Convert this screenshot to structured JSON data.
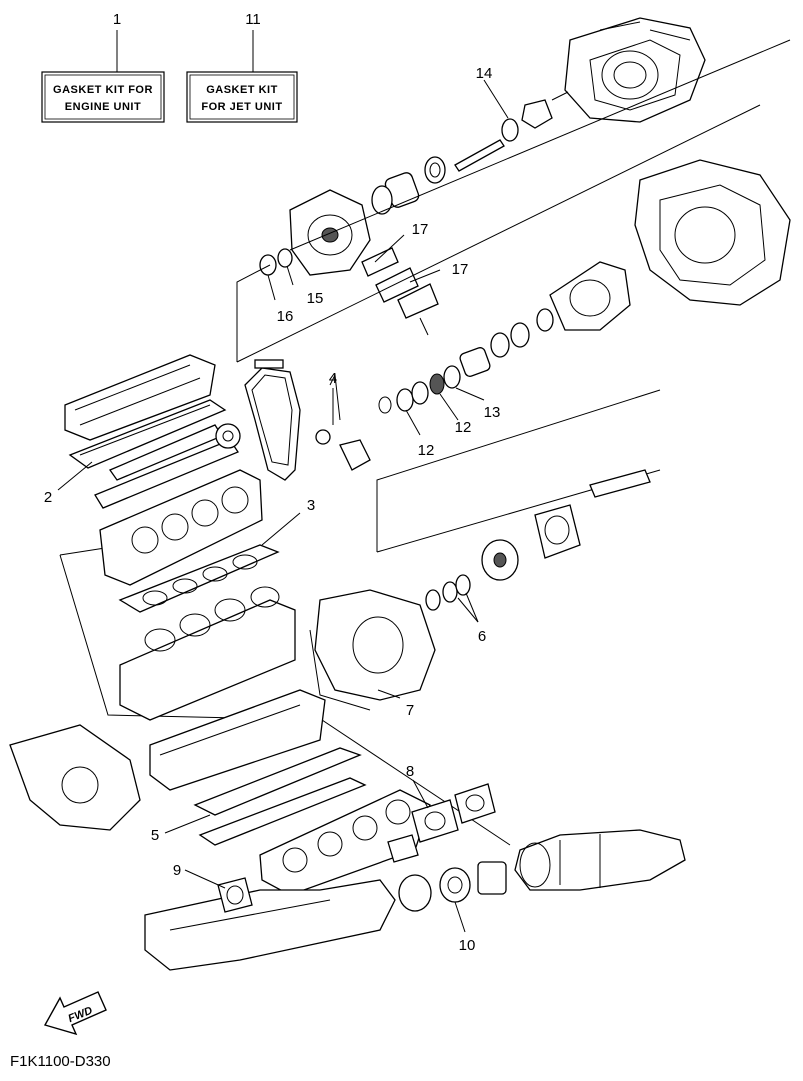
{
  "kits": [
    {
      "number": "1",
      "line1": "GASKET KIT FOR",
      "line2": "ENGINE UNIT"
    },
    {
      "number": "11",
      "line1": "GASKET KIT",
      "line2": "FOR JET UNIT"
    }
  ],
  "callouts": [
    "14",
    "17",
    "17",
    "15",
    "16",
    "4",
    "12",
    "12",
    "13",
    "2",
    "3",
    "6",
    "7",
    "8",
    "5",
    "9",
    "10"
  ],
  "fwd_label": "FWD",
  "reference_code": "F1K1100-D330"
}
